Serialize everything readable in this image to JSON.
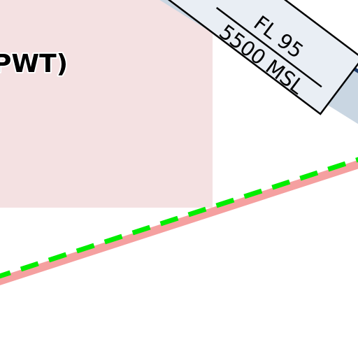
{
  "airport_label": "PWT)",
  "airspace_block": {
    "upper_limit": "FL 95",
    "lower_limit": "5500 MSL"
  },
  "colors": {
    "zone_fill": "#f4e1e2",
    "route_line": "#f5a0a0",
    "route_dash": "#00ee00",
    "airway_fill": "#c9d6e2",
    "airway_edge": "#1f3d6e",
    "label_box_fill": "#e9eef4"
  }
}
